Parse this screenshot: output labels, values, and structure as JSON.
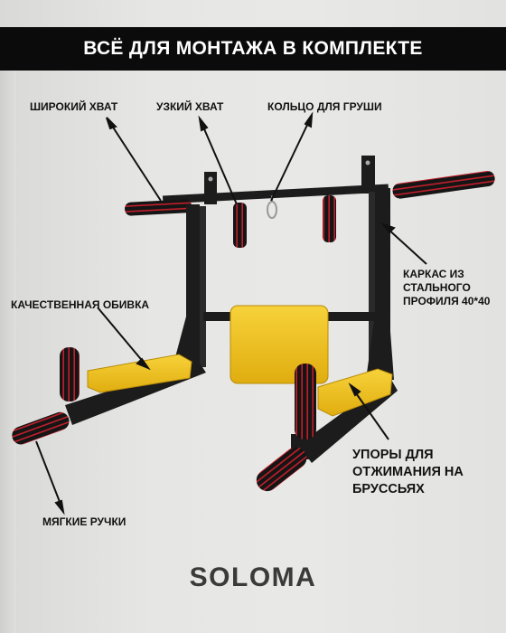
{
  "banner": {
    "title": "ВСЁ ДЛЯ МОНТАЖА В КОМПЛЕКТЕ"
  },
  "labels": {
    "wide_grip": "ШИРОКИЙ ХВАТ",
    "narrow_grip": "УЗКИЙ ХВАТ",
    "bag_ring": "КОЛЬЦО ДЛЯ ГРУШИ",
    "frame_line1": "КАРКАС ИЗ",
    "frame_line2": "СТАЛЬНОГО",
    "frame_line3": "ПРОФИЛЯ 40*40",
    "upholstery": "КАЧЕСТВЕННАЯ ОБИВКА",
    "dips_line1": "УПОРЫ ДЛЯ",
    "dips_line2": "ОТЖИМАНИЯ НА",
    "dips_line3": "БРУССЬЯХ",
    "soft_handles": "МЯГКИЕ РУЧКИ"
  },
  "brand": {
    "name": "SOLOMA"
  },
  "colors": {
    "banner_bg": "#0b0b0b",
    "frame": "#1c1c1c",
    "pad_yellow": "#f2c21b",
    "grip_red": "#c21f2b",
    "grip_black": "#151515"
  }
}
